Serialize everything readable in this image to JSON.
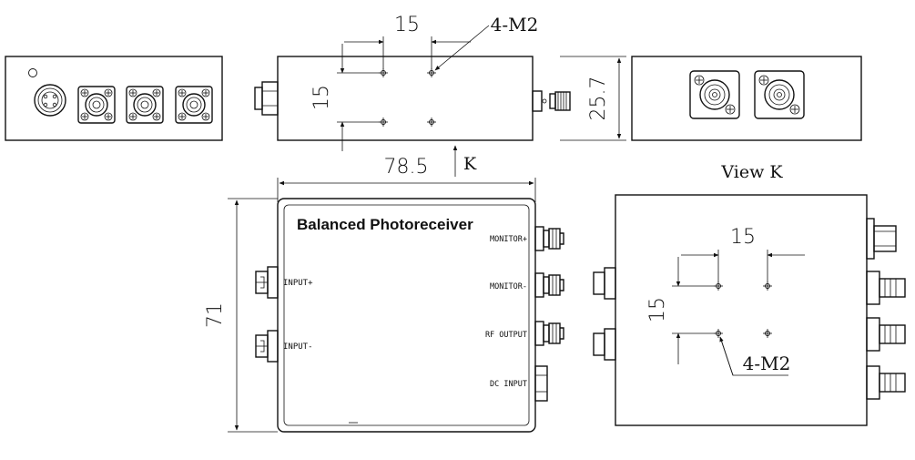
{
  "title": "Balanced Photoreceiver",
  "view_label": "View K",
  "view_letter": "K",
  "dimensions": {
    "width": "78.5",
    "depth": "71",
    "height": "25.7",
    "hole_spacing_x": "15",
    "hole_spacing_y": "15",
    "mounting_holes": "4-M2"
  },
  "ports": {
    "input_plus": "INPUT+",
    "input_minus": "INPUT-",
    "monitor_plus": "MONITOR+",
    "monitor_minus": "MONITOR-",
    "rf_output": "RF OUTPUT",
    "dc_input": "DC INPUT"
  }
}
